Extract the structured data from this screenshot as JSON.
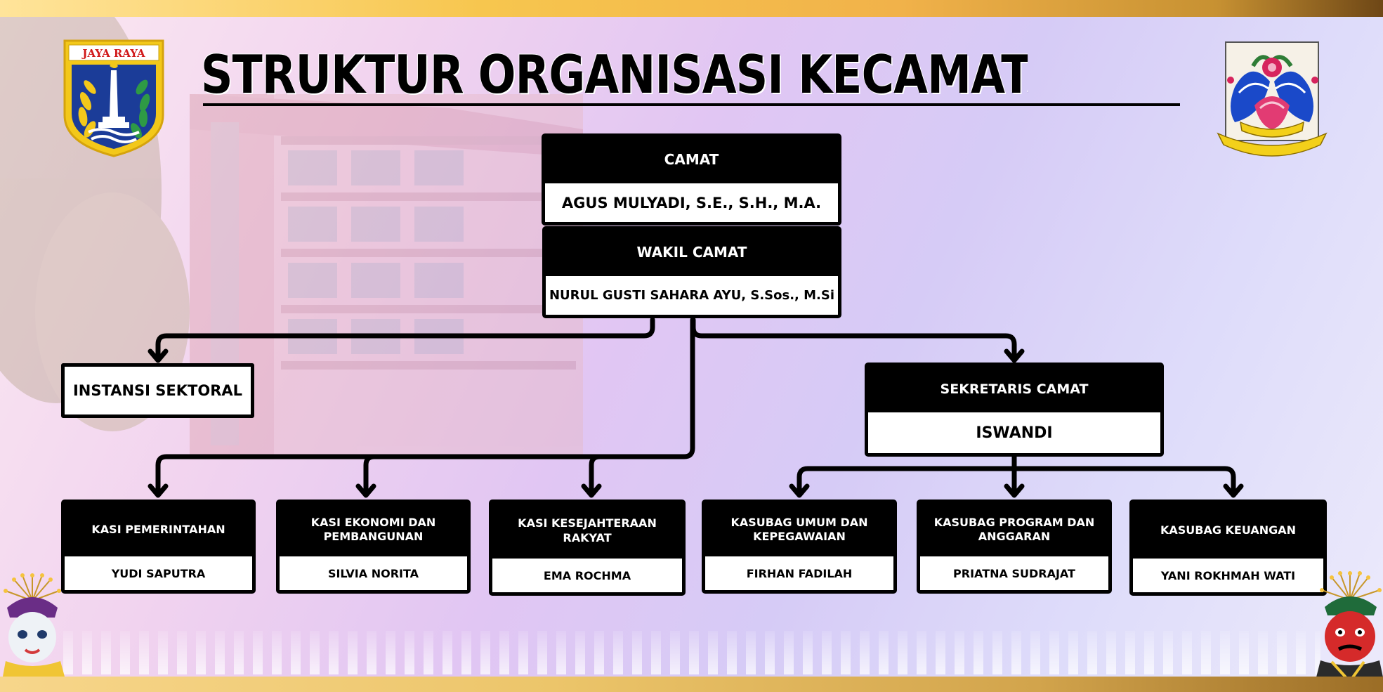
{
  "title": "STRUKTUR ORGANISASI KECAMATAN KEBON JERUK",
  "emblem_left": {
    "text": "JAYA RAYA",
    "icon": "jakarta-emblem-icon"
  },
  "emblem_right": {
    "icon": "west-jakarta-emblem-icon"
  },
  "camat": {
    "title": "CAMAT",
    "name": "AGUS MULYADI, S.E., S.H., M.A."
  },
  "wakil_camat": {
    "title": "WAKIL CAMAT",
    "name": "NURUL GUSTI SAHARA AYU, S.Sos., M.Si"
  },
  "instansi_sektoral": {
    "label": "INSTANSI SEKTORAL"
  },
  "sekretaris": {
    "title": "SEKRETARIS CAMAT",
    "name": "ISWANDI"
  },
  "units": [
    {
      "title": "KASI PEMERINTAHAN",
      "name": "YUDI SAPUTRA"
    },
    {
      "title": "KASI EKONOMI DAN PEMBANGUNAN",
      "name": "SILVIA NORITA"
    },
    {
      "title": "KASI KESEJAHTERAAN RAKYAT",
      "name": "EMA ROCHMA"
    },
    {
      "title": "KASUBAG UMUM DAN KEPEGAWAIAN",
      "name": "FIRHAN FADILAH"
    },
    {
      "title": "KASUBAG PROGRAM DAN ANGGARAN",
      "name": "PRIATNA SUDRAJAT"
    },
    {
      "title": "KASUBAG KEUANGAN",
      "name": "YANI ROKHMAH WATI"
    }
  ],
  "colors": {
    "box": "#000000",
    "accent_gold": "#f1b24a"
  }
}
